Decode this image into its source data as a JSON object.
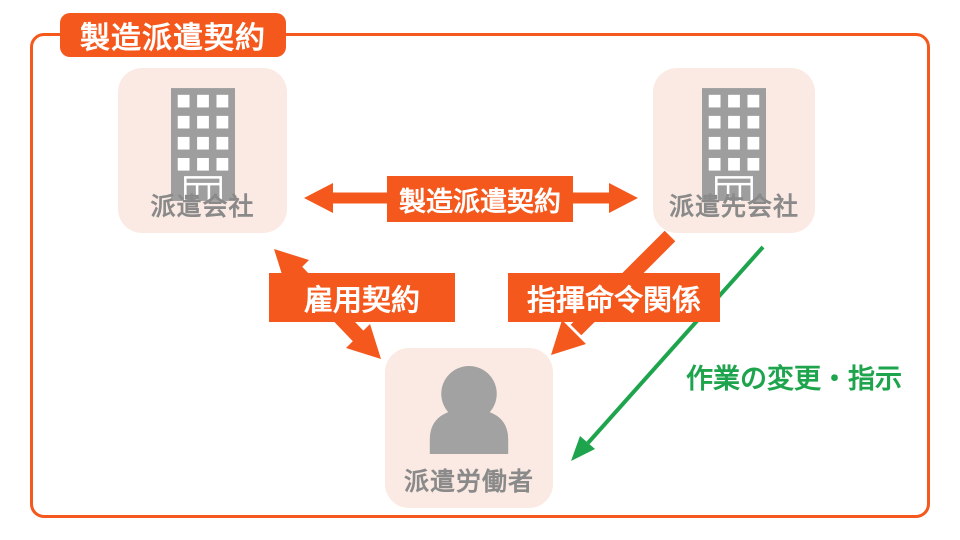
{
  "title_badge": {
    "label": "製造派遣契約"
  },
  "nodes": {
    "agency": {
      "label": "派遣会社",
      "icon": "building-icon"
    },
    "client": {
      "label": "派遣先会社",
      "icon": "building-icon"
    },
    "worker": {
      "label": "派遣労働者",
      "icon": "person-icon"
    }
  },
  "relations": {
    "contract": {
      "label": "製造派遣契約",
      "from": "派遣会社",
      "to": "派遣先会社",
      "direction": "bidirectional",
      "color": "#F4581C"
    },
    "employment": {
      "label": "雇用契約",
      "from": "派遣会社",
      "to": "派遣労働者",
      "direction": "bidirectional",
      "color": "#F4581C"
    },
    "command": {
      "label": "指揮命令関係",
      "from": "派遣先会社",
      "to": "派遣労働者",
      "direction": "one-way",
      "color": "#F4581C"
    },
    "instruction": {
      "label": "作業の変更・指示",
      "from": "派遣先会社",
      "to": "派遣労働者",
      "direction": "one-way",
      "color": "#1EA44D"
    }
  },
  "colors": {
    "accent_orange": "#F4581C",
    "node_background": "#FBEAE3",
    "icon_gray": "#9E9E9E",
    "label_gray": "#8A8A8A",
    "green": "#1EA44D",
    "background": "#FFFFFF"
  }
}
